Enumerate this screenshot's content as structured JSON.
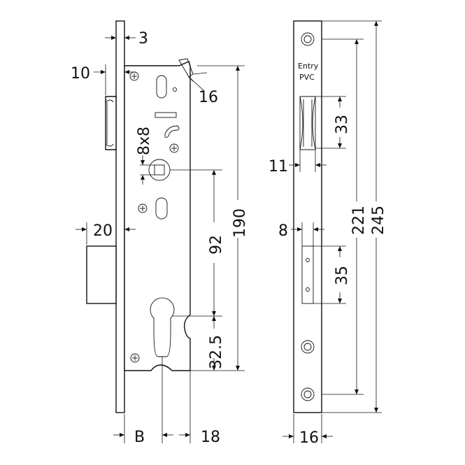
{
  "dimensions": {
    "faceplate_thickness": "3",
    "backset_offset": "10",
    "latch_projection": "16",
    "spindle": "8x8",
    "deadbolt_offset": "20",
    "centre_distance": "92",
    "case_height": "190",
    "cylinder_offset": "32.5",
    "backset": "B",
    "case_bottom": "18",
    "latch_height": "33",
    "side_offset": "11",
    "bolt_offset": "8",
    "bolt_height": "35",
    "screw_span": "221",
    "faceplate_length": "245",
    "faceplate_width": "16"
  },
  "labels": {
    "entry": "Entry",
    "material": "PVC"
  }
}
